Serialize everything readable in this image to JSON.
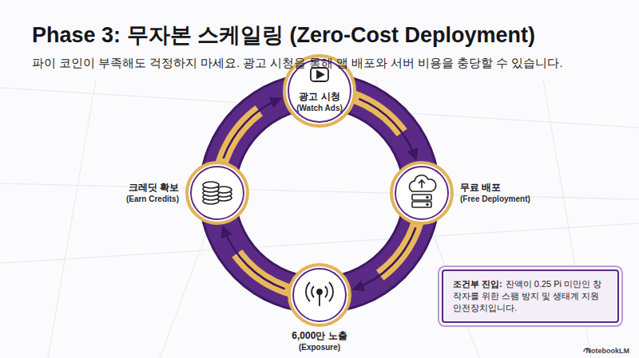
{
  "diagram": {
    "title": "Phase 3: 무자본 스케일링 (Zero-Cost Deployment)",
    "caption": "파이 코인이 부족해도 걱정하지 마세요. 광고 시청을 통해 앱 배포와 서버 비용을 충당할 수 있습니다.",
    "nodes": [
      {
        "text": [
          "광고 시청",
          "(Watch Ads)"
        ]
      },
      {
        "text": [
          "크레딧 확보",
          "(Earn Credits)"
        ]
      },
      {
        "text": [
          "무료 배포",
          "(Free Deployment)"
        ]
      },
      {
        "text": [
          "6,000만 노출",
          "(Exposure)"
        ]
      },
      {
        "text": [
          "조건부 진입:",
          "잔액이 0.25 Pi 미만인 창작자를 위한 스팸 방지 및 생태계 지원 안전장치입니다."
        ]
      }
    ],
    "edges": [
      {
        "from": 0,
        "to": 2,
        "arrow": "to"
      },
      {
        "from": 2,
        "to": 3,
        "arrow": "to"
      },
      {
        "from": 3,
        "to": 1,
        "arrow": "to"
      },
      {
        "from": 1,
        "to": 0,
        "arrow": "to"
      }
    ],
    "labels": [
      "NotebookLM"
    ]
  }
}
